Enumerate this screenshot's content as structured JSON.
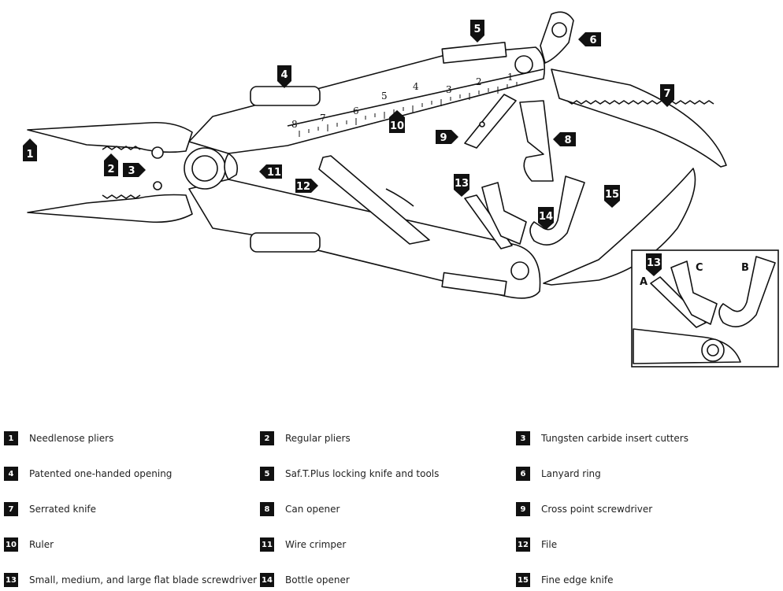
{
  "callouts": [
    {
      "num": "1"
    },
    {
      "num": "2"
    },
    {
      "num": "3"
    },
    {
      "num": "4"
    },
    {
      "num": "5"
    },
    {
      "num": "6"
    },
    {
      "num": "7"
    },
    {
      "num": "8"
    },
    {
      "num": "9"
    },
    {
      "num": "10"
    },
    {
      "num": "11"
    },
    {
      "num": "12"
    },
    {
      "num": "13"
    },
    {
      "num": "14"
    },
    {
      "num": "15"
    }
  ],
  "ruler_marks": [
    "8",
    "7",
    "6",
    "5",
    "4",
    "3",
    "2",
    "1"
  ],
  "inset": {
    "callout_num": "13",
    "letters": [
      "A",
      "B",
      "C"
    ]
  },
  "legend": [
    {
      "num": "1",
      "label": "Needlenose pliers"
    },
    {
      "num": "2",
      "label": "Regular pliers"
    },
    {
      "num": "3",
      "label": "Tungsten carbide insert cutters"
    },
    {
      "num": "4",
      "label": "Patented one-handed opening"
    },
    {
      "num": "5",
      "label": "Saf.T.Plus locking knife and tools"
    },
    {
      "num": "6",
      "label": "Lanyard ring"
    },
    {
      "num": "7",
      "label": "Serrated knife"
    },
    {
      "num": "8",
      "label": "Can opener"
    },
    {
      "num": "9",
      "label": "Cross point screwdriver"
    },
    {
      "num": "10",
      "label": "Ruler"
    },
    {
      "num": "11",
      "label": "Wire crimper"
    },
    {
      "num": "12",
      "label": "File"
    },
    {
      "num": "13",
      "label": "Small, medium, and large flat blade screwdriver"
    },
    {
      "num": "14",
      "label": "Bottle opener"
    },
    {
      "num": "15",
      "label": "Fine edge knife"
    }
  ]
}
